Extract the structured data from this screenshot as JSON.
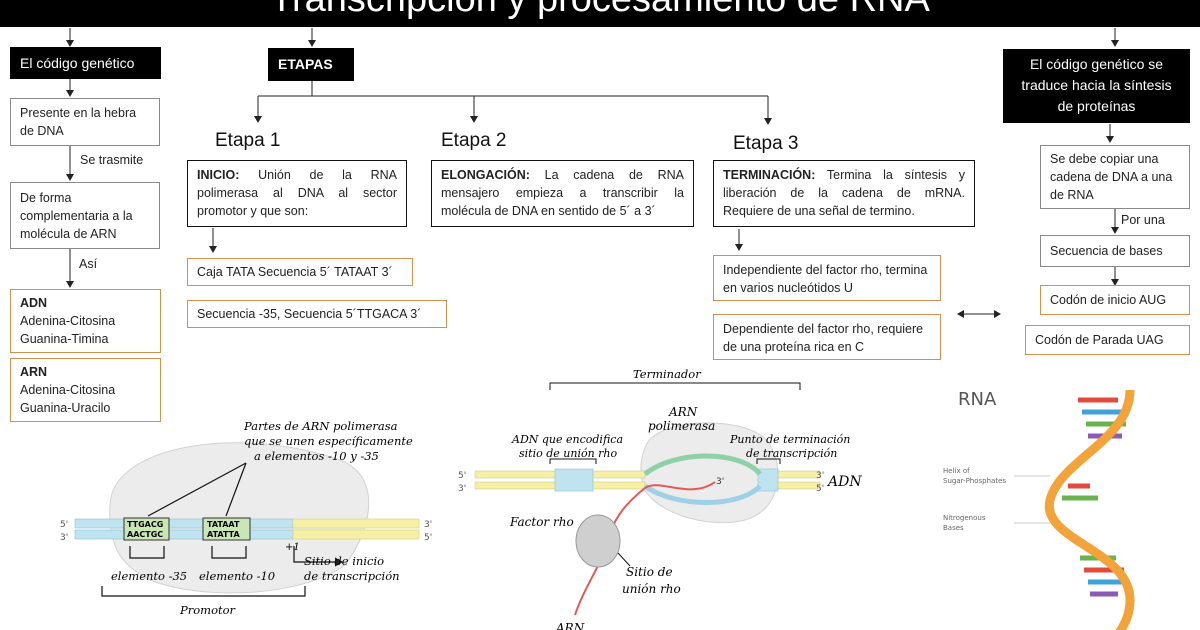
{
  "title": "Transcripción y procesamiento de RNA",
  "left": {
    "header": "El código genético",
    "box1": "Presente en la hebra de DNA",
    "link1": "Se trasmite",
    "box2": "De forma complementaria a la molécula de ARN",
    "link2": "Así",
    "adn": {
      "title": "ADN",
      "line1": "Adenina-Citosina",
      "line2": "Guanina-Timina"
    },
    "arn": {
      "title": "ARN",
      "line1": "Adenina-Citosina",
      "line2": "Guanina-Uracilo"
    }
  },
  "center": {
    "header": "ETAPAS",
    "etapa1": {
      "label": "Etapa 1",
      "title": "INICIO:",
      "text": "Unión de la RNA polimerasa al DNA al sector promotor y que son:",
      "item1": "Caja TATA Secuencia 5´ TATAAT 3´",
      "item2": "Secuencia -35, Secuencia 5´TTGACA 3´"
    },
    "etapa2": {
      "label": "Etapa 2",
      "title": "ELONGACIÓN:",
      "text": "La cadena de RNA mensajero empieza a transcribir la molécula de DNA en sentido de 5´ a 3´"
    },
    "etapa3": {
      "label": "Etapa 3",
      "title": "TERMINACIÓN:",
      "text": "Termina la síntesis y liberación de la cadena de mRNA. Requiere de una señal de termino.",
      "item1": "Independiente del factor rho, termina en varios nucleótidos U",
      "item2": "Dependiente del factor rho, requiere de una proteína rica en C"
    }
  },
  "right": {
    "header": "El código genético se traduce hacia la síntesis de proteínas",
    "box1": "Se debe copiar una cadena de DNA a una de RNA",
    "link1": "Por una",
    "box2": "Secuencia de bases",
    "box3": "Codón de inicio AUG",
    "box4": "Codón de Parada UAG"
  },
  "promoter_figure": {
    "note": "Partes de ARN polimerasa que se unen específicamente a elementos -10 y -35",
    "seq1_top": "TTGACG",
    "seq1_bottom": "AACTGC",
    "seq2_top": "TATAAT",
    "seq2_bottom": "ATATTA",
    "end5_left": "5'",
    "end3_left": "3'",
    "end3_right": "3'",
    "end5_right": "5'",
    "plus1": "+1",
    "start_site": "Sitio de inicio de transcripción",
    "elem35": "elemento -35",
    "elem10": "elemento -10",
    "promotor": "Promotor"
  },
  "terminator_figure": {
    "terminador": "Terminador",
    "arn_pol": "ARN polimerasa",
    "adn_rho": "ADN que encodifica sitio de unión rho",
    "punto": "Punto de terminación de transcripción",
    "adn": "ADN",
    "factor_rho": "Factor rho",
    "sitio_rho": "Sitio de unión rho",
    "arn": "ARN",
    "end5_left": "5'",
    "end3_left": "3'",
    "end3_right": "3'",
    "end5_right": "5'",
    "rna_3": "3'"
  },
  "rna_figure": {
    "title": "RNA",
    "helix_label": "Helix of Sugar-Phosphates",
    "bases_label": "Nitrogenous Bases"
  },
  "colors": {
    "box_orange": "#d48f4d",
    "dna_blue": "#bfe3ef",
    "dna_yellow": "#f6f0a6",
    "rna_red": "#e05a5a",
    "helix_orange": "#f2a33a"
  }
}
